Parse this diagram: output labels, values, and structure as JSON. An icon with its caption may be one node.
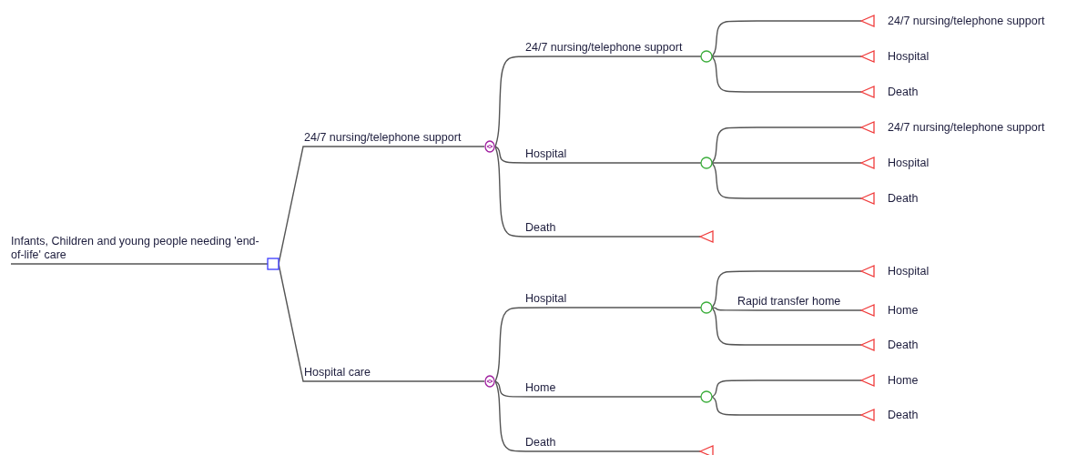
{
  "diagram": {
    "nodes": [
      {
        "text": [],
        "shape": "box"
      },
      {
        "text": [],
        "shape": "circle"
      },
      {
        "text": [],
        "shape": "circle"
      },
      {
        "text": [],
        "shape": "circle"
      },
      {
        "text": [],
        "shape": "circle"
      },
      {
        "text": [],
        "shape": "triangle"
      },
      {
        "text": [],
        "shape": "circle"
      },
      {
        "text": [],
        "shape": "circle"
      },
      {
        "text": [],
        "shape": "triangle"
      },
      {
        "text": [],
        "shape": "triangle",
        "beside": [
          "24/7 nursing/telephone support"
        ]
      },
      {
        "text": [],
        "shape": "triangle",
        "beside": [
          "Hospital"
        ]
      },
      {
        "text": [],
        "shape": "triangle",
        "beside": [
          "Death"
        ]
      },
      {
        "text": [],
        "shape": "triangle",
        "beside": [
          "24/7 nursing/telephone support"
        ]
      },
      {
        "text": [],
        "shape": "triangle",
        "beside": [
          "Hospital"
        ]
      },
      {
        "text": [],
        "shape": "triangle",
        "beside": [
          "Death"
        ]
      },
      {
        "text": [],
        "shape": "triangle",
        "beside": [
          "Hospital"
        ]
      },
      {
        "text": [],
        "shape": "triangle",
        "beside": [
          "Home"
        ]
      },
      {
        "text": [],
        "shape": "triangle",
        "beside": [
          "Death"
        ]
      },
      {
        "text": [],
        "shape": "triangle",
        "beside": [
          "Home"
        ]
      },
      {
        "text": [],
        "shape": "triangle",
        "beside": [
          "Death"
        ]
      }
    ],
    "edges": [
      {
        "from": null,
        "to": 0,
        "arrow": "none",
        "label": "Infants, Children and young people needing 'end-of-life' care"
      },
      {
        "from": 0,
        "to": 1,
        "arrow": "none",
        "label": "24/7 nursing/telephone support"
      },
      {
        "from": 0,
        "to": 2,
        "arrow": "none",
        "label": "Hospital care"
      },
      {
        "from": 1,
        "to": 3,
        "arrow": "none",
        "label": "24/7 nursing/telephone support"
      },
      {
        "from": 1,
        "to": 4,
        "arrow": "none",
        "label": "Hospital"
      },
      {
        "from": 1,
        "to": 5,
        "arrow": "none",
        "label": "Death"
      },
      {
        "from": 2,
        "to": 6,
        "arrow": "none",
        "label": "Hospital"
      },
      {
        "from": 2,
        "to": 7,
        "arrow": "none",
        "label": "Home"
      },
      {
        "from": 2,
        "to": 8,
        "arrow": "none",
        "label": "Death"
      },
      {
        "from": 3,
        "to": 9,
        "arrow": "none"
      },
      {
        "from": 3,
        "to": 10,
        "arrow": "none"
      },
      {
        "from": 3,
        "to": 11,
        "arrow": "none"
      },
      {
        "from": 4,
        "to": 12,
        "arrow": "none"
      },
      {
        "from": 4,
        "to": 13,
        "arrow": "none"
      },
      {
        "from": 4,
        "to": 14,
        "arrow": "none"
      },
      {
        "from": 6,
        "to": 15,
        "arrow": "none"
      },
      {
        "from": 6,
        "to": 16,
        "arrow": "none",
        "label": "Rapid transfer home"
      },
      {
        "from": 6,
        "to": 17,
        "arrow": "none"
      },
      {
        "from": 7,
        "to": 18,
        "arrow": "none"
      },
      {
        "from": 7,
        "to": 19,
        "arrow": "none"
      }
    ]
  }
}
